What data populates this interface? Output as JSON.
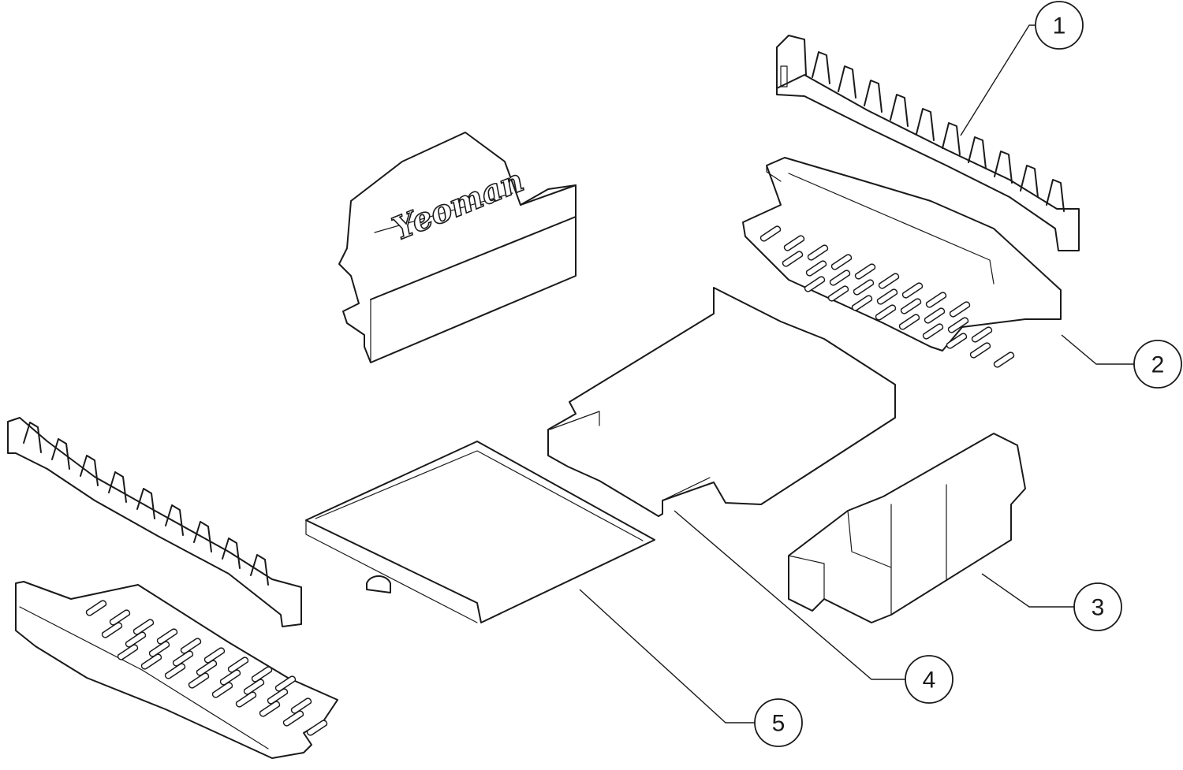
{
  "diagram": {
    "logo_text": "Yeoman",
    "parts": [
      {
        "id": "fret",
        "number": "1"
      },
      {
        "id": "grate",
        "number": "2"
      },
      {
        "id": "support",
        "number": "3"
      },
      {
        "id": "baseplate",
        "number": "4"
      },
      {
        "id": "ashpan",
        "number": "5"
      }
    ]
  }
}
